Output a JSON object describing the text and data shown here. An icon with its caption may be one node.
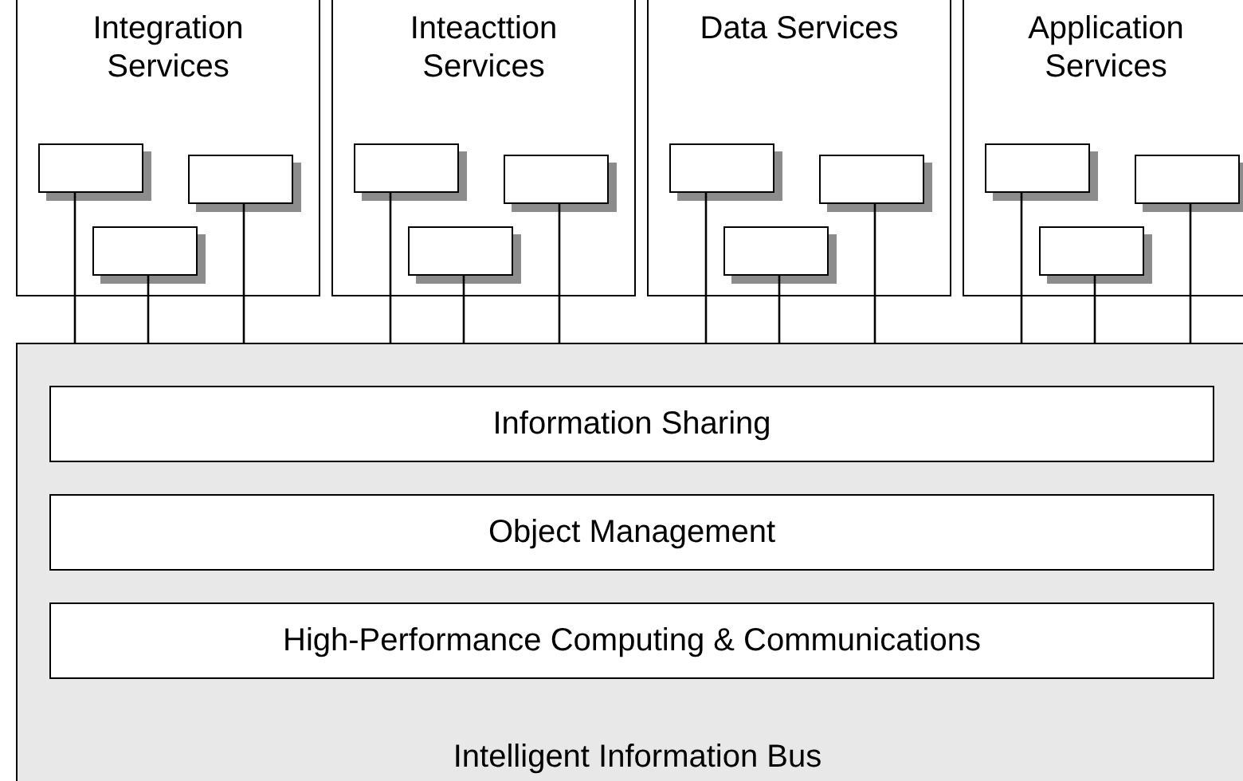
{
  "diagram": {
    "nodes": [
      {
        "text": [
          "Integration Services"
        ]
      },
      {
        "text": [],
        "shape": "box",
        "in": 0
      },
      {
        "text": [],
        "shape": "box",
        "in": 0
      },
      {
        "text": [],
        "shape": "box",
        "in": 0
      },
      {
        "text": [
          "Inteacttion Services"
        ]
      },
      {
        "text": [],
        "shape": "box",
        "in": 4
      },
      {
        "text": [],
        "shape": "box",
        "in": 4
      },
      {
        "text": [],
        "shape": "box",
        "in": 4
      },
      {
        "text": [
          "Data Services"
        ]
      },
      {
        "text": [],
        "shape": "box",
        "in": 8
      },
      {
        "text": [],
        "shape": "box",
        "in": 8
      },
      {
        "text": [],
        "shape": "box",
        "in": 8
      },
      {
        "text": [
          "Application Services"
        ]
      },
      {
        "text": [],
        "shape": "box",
        "in": 12
      },
      {
        "text": [],
        "shape": "box",
        "in": 12
      },
      {
        "text": [],
        "shape": "box",
        "in": 12
      },
      {
        "text": [
          "Intelligent Information Bus"
        ]
      },
      {
        "text": [
          "Information Sharing"
        ],
        "in": 16
      },
      {
        "text": [
          "Object Management"
        ],
        "in": 16
      },
      {
        "text": [
          "High-Performance Computing & Communications"
        ],
        "in": 16
      }
    ],
    "edges": [
      {
        "from": 1,
        "to": 16,
        "arrow": "none"
      },
      {
        "from": 3,
        "to": 16,
        "arrow": "none"
      },
      {
        "from": 2,
        "to": 16,
        "arrow": "none"
      },
      {
        "from": 5,
        "to": 16,
        "arrow": "none"
      },
      {
        "from": 7,
        "to": 16,
        "arrow": "none"
      },
      {
        "from": 6,
        "to": 16,
        "arrow": "none"
      },
      {
        "from": 9,
        "to": 16,
        "arrow": "none"
      },
      {
        "from": 11,
        "to": 16,
        "arrow": "none"
      },
      {
        "from": 10,
        "to": 16,
        "arrow": "none"
      },
      {
        "from": 13,
        "to": 16,
        "arrow": "none"
      },
      {
        "from": 15,
        "to": 16,
        "arrow": "none"
      },
      {
        "from": 14,
        "to": 16,
        "arrow": "none"
      }
    ]
  }
}
